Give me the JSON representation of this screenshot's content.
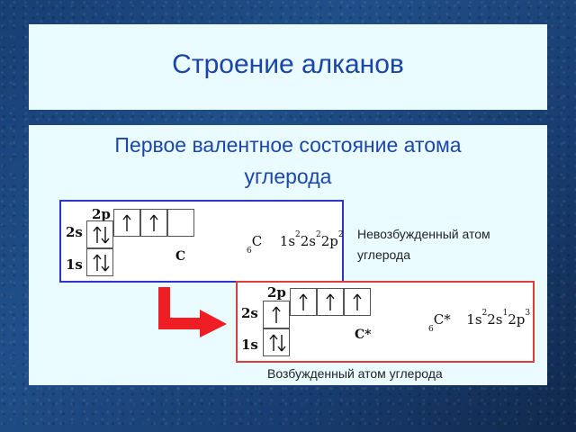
{
  "title": "Строение алканов",
  "subtitle": {
    "line1": "Первое валентное состояние атома",
    "line2": "углерода"
  },
  "ground_state": {
    "label_2p": "2p",
    "label_2s": "2s",
    "label_1s": "1s",
    "symbol": "C",
    "formula_prefix_sub": "6",
    "formula_atom": "C",
    "formula_1s": "1s",
    "formula_1s_exp": "2",
    "formula_2s": "2s",
    "formula_2s_exp": "2",
    "formula_2p": "2p",
    "formula_2p_exp": "2",
    "caption_line1": "Невозбужденный атом",
    "caption_line2": "углерода"
  },
  "excited_state": {
    "label_2p": "2p",
    "label_2s": "2s",
    "label_1s": "1s",
    "symbol": "C*",
    "formula_prefix_sub": "6",
    "formula_atom": "C*",
    "formula_1s": "1s",
    "formula_1s_exp": "2",
    "formula_2s": "2s",
    "formula_2s_exp": "1",
    "formula_2p": "2p",
    "formula_2p_exp": "3",
    "caption": "Возбужденный атом углерода"
  },
  "colors": {
    "title": "#1944a9",
    "ground_border": "#2d34c9",
    "excited_border": "#de3b3b",
    "arrow": "#ef1d24"
  },
  "icons": {
    "up_arrow": "up-spin-icon",
    "down_arrow": "down-spin-icon",
    "transition": "bent-arrow-icon"
  }
}
